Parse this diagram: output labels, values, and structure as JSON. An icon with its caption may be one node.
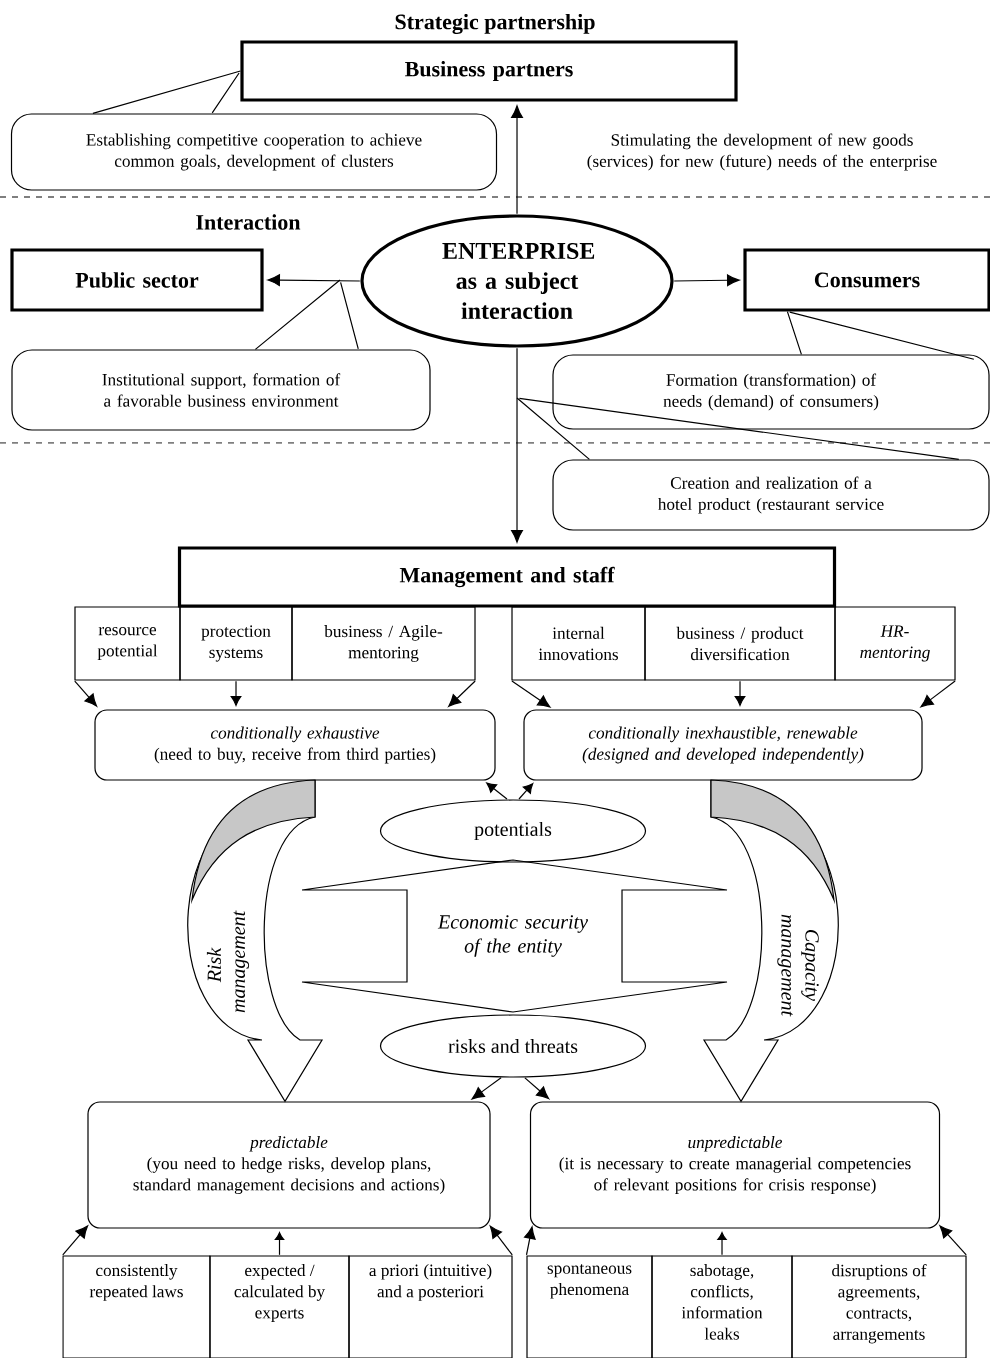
{
  "diagram": {
    "nodes": [
      {
        "text": [
          "Business partners"
        ],
        "beside": [
          "Strategic partnership"
        ]
      },
      {
        "text": [
          "Establishing competitive cooperation to achieve common goals, development of clusters"
        ]
      },
      {
        "text": [
          "ENTERPRISE as a subject interaction"
        ]
      },
      {
        "text": [
          "Public sector"
        ]
      },
      {
        "text": [
          "Consumers"
        ]
      },
      {
        "text": [
          "Institutional support, formation of a favorable business environment"
        ]
      },
      {
        "text": [
          "Formation (transformation) of needs (demand) of consumers)"
        ]
      },
      {
        "text": [
          "Creation and realization of a hotel product (restaurant service"
        ]
      },
      {
        "text": [
          "Management and staff"
        ]
      },
      {
        "text": [
          "resource potential"
        ]
      },
      {
        "text": [
          "protection systems"
        ]
      },
      {
        "text": [
          "business / Agile- mentoring"
        ]
      },
      {
        "text": [
          "internal innovations"
        ]
      },
      {
        "text": [
          "business / product diversification"
        ]
      },
      {
        "text": [
          "HR- mentoring"
        ]
      },
      {
        "text": [
          "conditionally exhaustive",
          "(need to buy, receive from third parties)"
        ]
      },
      {
        "text": [
          "conditionally inexhaustible, renewable",
          "(designed and developed independently)"
        ]
      },
      {
        "text": [
          "potentials"
        ]
      },
      {
        "text": [
          "Economic security of the entity"
        ]
      },
      {
        "text": [
          "risks and threats"
        ]
      },
      {
        "text": [
          "predictable",
          "(you need to hedge risks, develop plans, standard management decisions and actions)"
        ]
      },
      {
        "text": [
          "unpredictable",
          "(it is necessary to create managerial competencies of relevant positions for crisis response)"
        ]
      },
      {
        "text": [
          "consistently repeated laws"
        ]
      },
      {
        "text": [
          "expected / calculated by experts"
        ]
      },
      {
        "text": [
          "a priori (intuitive) and a posteriori"
        ]
      },
      {
        "text": [
          "spontaneous phenomena"
        ]
      },
      {
        "text": [
          "sabotage, conflicts, information leaks"
        ]
      },
      {
        "text": [
          "disruptions of agreements, contracts, arrangements"
        ]
      }
    ],
    "edges": [
      {
        "from": 2,
        "to": 0,
        "arrow": "to",
        "label": "Stimulating the development of new goods (services) for new (future) needs of the enterprise"
      },
      {
        "from": 2,
        "to": 3,
        "arrow": "to"
      },
      {
        "from": 2,
        "to": 4,
        "arrow": "to"
      },
      {
        "from": 2,
        "to": 8,
        "arrow": "to"
      },
      {
        "from": 1,
        "to": 0,
        "arrow": "none"
      },
      {
        "from": 5,
        "to": null,
        "arrow": "none"
      },
      {
        "from": 6,
        "to": 4,
        "arrow": "none"
      },
      {
        "from": 7,
        "to": null,
        "arrow": "none"
      },
      {
        "from": 9,
        "to": 15,
        "arrow": "to"
      },
      {
        "from": 10,
        "to": 15,
        "arrow": "to"
      },
      {
        "from": 11,
        "to": 15,
        "arrow": "to"
      },
      {
        "from": 12,
        "to": 16,
        "arrow": "to"
      },
      {
        "from": 13,
        "to": 16,
        "arrow": "to"
      },
      {
        "from": 14,
        "to": 16,
        "arrow": "to"
      },
      {
        "from": 17,
        "to": 15,
        "arrow": "to"
      },
      {
        "from": 17,
        "to": 16,
        "arrow": "to"
      },
      {
        "from": 19,
        "to": 20,
        "arrow": "to"
      },
      {
        "from": 19,
        "to": 21,
        "arrow": "to"
      },
      {
        "from": 22,
        "to": 20,
        "arrow": "to"
      },
      {
        "from": 23,
        "to": 20,
        "arrow": "to"
      },
      {
        "from": 24,
        "to": 20,
        "arrow": "to"
      },
      {
        "from": 25,
        "to": 21,
        "arrow": "to"
      },
      {
        "from": 26,
        "to": 21,
        "arrow": "to"
      },
      {
        "from": 27,
        "to": 21,
        "arrow": "to"
      },
      {
        "from": 15,
        "to": 20,
        "arrow": "to",
        "style": "thick",
        "label": "Risk management"
      },
      {
        "from": 16,
        "to": 21,
        "arrow": "to",
        "style": "thick",
        "label": "Capacity management"
      }
    ],
    "labels": [
      "Interaction"
    ]
  }
}
